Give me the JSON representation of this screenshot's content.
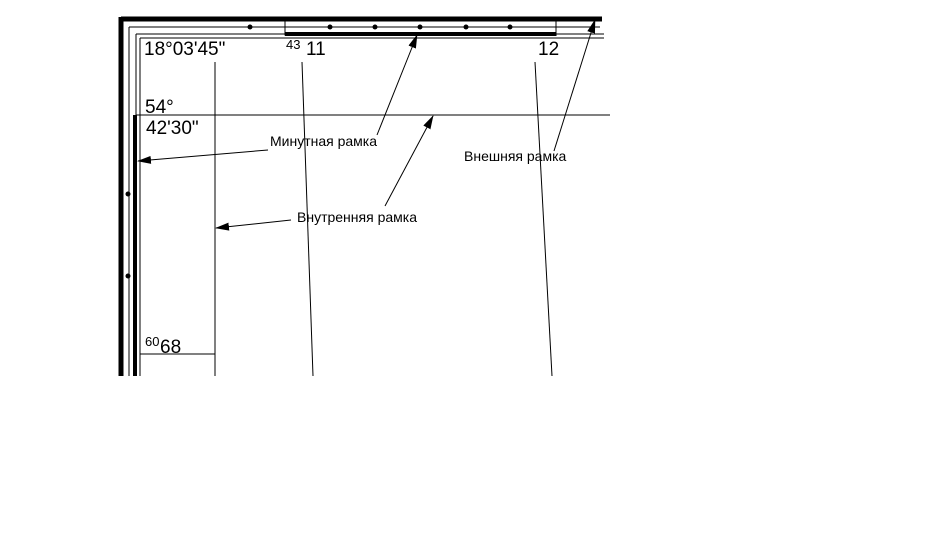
{
  "coords": {
    "longitude": "18°03'45\"",
    "latitude_deg": "54°",
    "latitude_min": "42'30\"",
    "grid_x_sup": "43",
    "grid_x_1": "11",
    "grid_x_2": "12",
    "grid_y_sup": "60",
    "grid_y": "68"
  },
  "labels": {
    "minute_frame": "Минутная рамка",
    "outer_frame": "Внешняя рамка",
    "inner_frame": "Внутренняя рамка"
  },
  "colors": {
    "line": "#000000",
    "background": "#ffffff"
  }
}
